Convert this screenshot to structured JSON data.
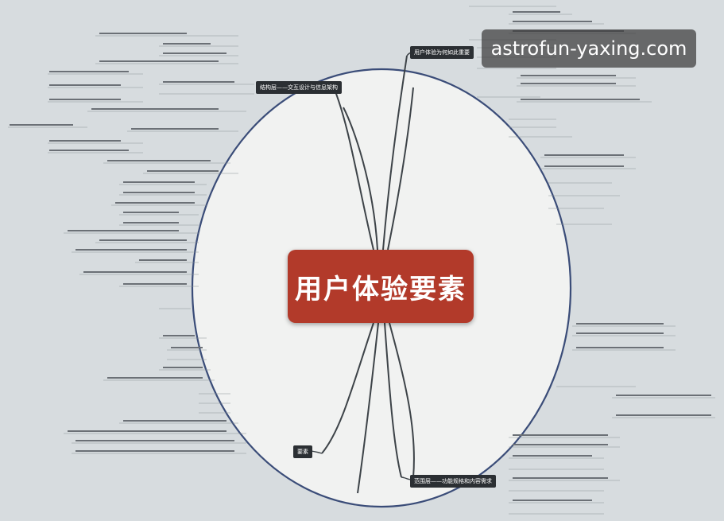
{
  "root": {
    "title": "用户体验要素"
  },
  "branches": [
    {
      "id": "b1",
      "label": "用户体验为何如此重要"
    },
    {
      "id": "b2",
      "label": "结构层——交互设计与信息架构"
    },
    {
      "id": "b3",
      "label": "范围层——功能规格和内容需求"
    },
    {
      "id": "b4",
      "label": "要素"
    }
  ],
  "watermark": {
    "text": "astrofun-yaxing.com"
  },
  "colors": {
    "root_fill": "#b23a2a",
    "branch_fill": "#2b2f33",
    "ellipse_stroke": "#3a4c78",
    "connector": "#3d4348",
    "leaf_line": "#8a9197",
    "background": "#d7dcdf"
  }
}
